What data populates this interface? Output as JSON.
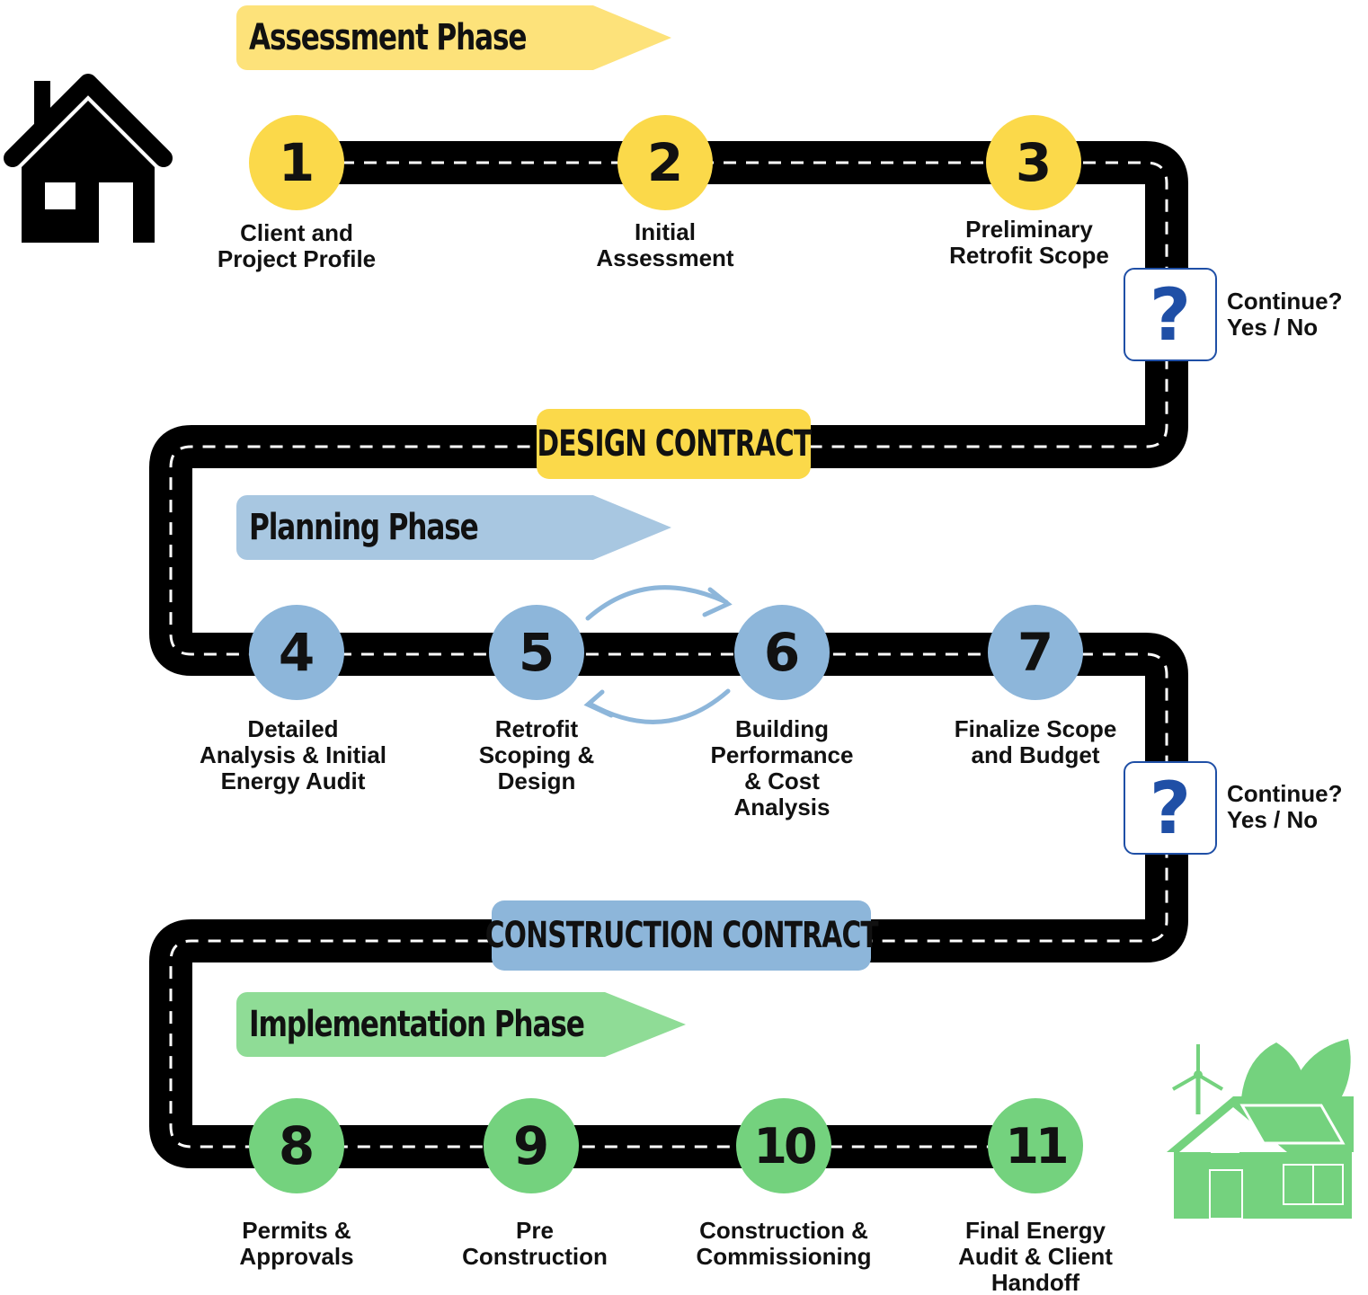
{
  "colors": {
    "road": "#000000",
    "dash": "#ffffff",
    "assessment": "#fbd94a",
    "assessment_banner": "#fde27a",
    "planning": "#8db6da",
    "planning_banner": "#a8c7e1",
    "implementation": "#74d27e",
    "implementation_banner": "#8fdc96",
    "decision": "#1f4fa6"
  },
  "phases": {
    "assessment": "Assessment Phase",
    "planning": "Planning Phase",
    "implementation": "Implementation Phase"
  },
  "contracts": {
    "design": "DESIGN CONTRACT",
    "construction": "CONSTRUCTION CONTRACT"
  },
  "steps": [
    {
      "number": "1",
      "label": "Client and\nProject Profile"
    },
    {
      "number": "2",
      "label": "Initial\nAssessment"
    },
    {
      "number": "3",
      "label": "Preliminary\nRetrofit Scope"
    },
    {
      "number": "4",
      "label": "Detailed\nAnalysis & Initial\nEnergy Audit"
    },
    {
      "number": "5",
      "label": "Retrofit\nScoping &\nDesign"
    },
    {
      "number": "6",
      "label": "Building\nPerformance\n& Cost\nAnalysis"
    },
    {
      "number": "7",
      "label": "Finalize Scope\nand Budget"
    },
    {
      "number": "8",
      "label": "Permits &\nApprovals"
    },
    {
      "number": "9",
      "label": "Pre\nConstruction"
    },
    {
      "number": "10",
      "label": "Construction &\nCommissioning"
    },
    {
      "number": "11",
      "label": "Final Energy\nAudit & Client\nHandoff"
    }
  ],
  "decisions": [
    {
      "symbol": "?",
      "question": "Continue?",
      "options": "Yes / No"
    },
    {
      "symbol": "?",
      "question": "Continue?",
      "options": "Yes / No"
    }
  ],
  "icons": {
    "start": "house-icon",
    "end": "green-house-solar-wind-icon",
    "cycle": "cycle-arrows-icon"
  }
}
